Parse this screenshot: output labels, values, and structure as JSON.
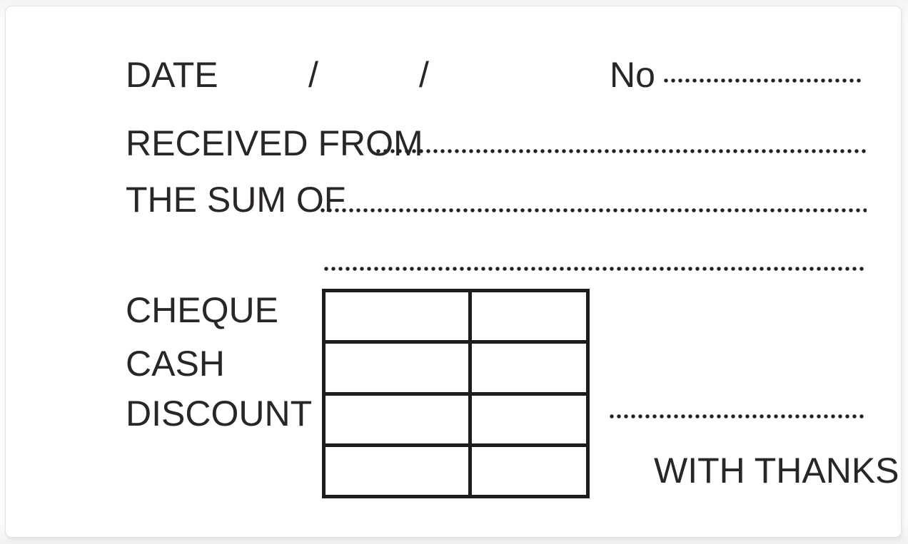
{
  "receipt": {
    "date": {
      "label": "DATE",
      "separator_1": "/",
      "separator_2": "/"
    },
    "number": {
      "label": "No",
      "value": ""
    },
    "received_from": {
      "label": "RECEIVED FROM",
      "value": ""
    },
    "the_sum_of": {
      "label": "THE SUM OF",
      "value": ""
    },
    "payment_methods": [
      {
        "label": "CHEQUE"
      },
      {
        "label": "CASH"
      },
      {
        "label": "DISCOUNT"
      }
    ],
    "amount_table": {
      "rows": 4,
      "columns": 2,
      "cells": [
        [
          "",
          ""
        ],
        [
          "",
          ""
        ],
        [
          "",
          ""
        ],
        [
          "",
          ""
        ]
      ]
    },
    "signature_line_value": "",
    "thanks": {
      "label": "WITH THANKS"
    },
    "colors": {
      "ink": "#2a2627",
      "table_border": "#1e1b1c",
      "page_background": "#ffffff",
      "page_edge": "#e3e3e3"
    }
  }
}
